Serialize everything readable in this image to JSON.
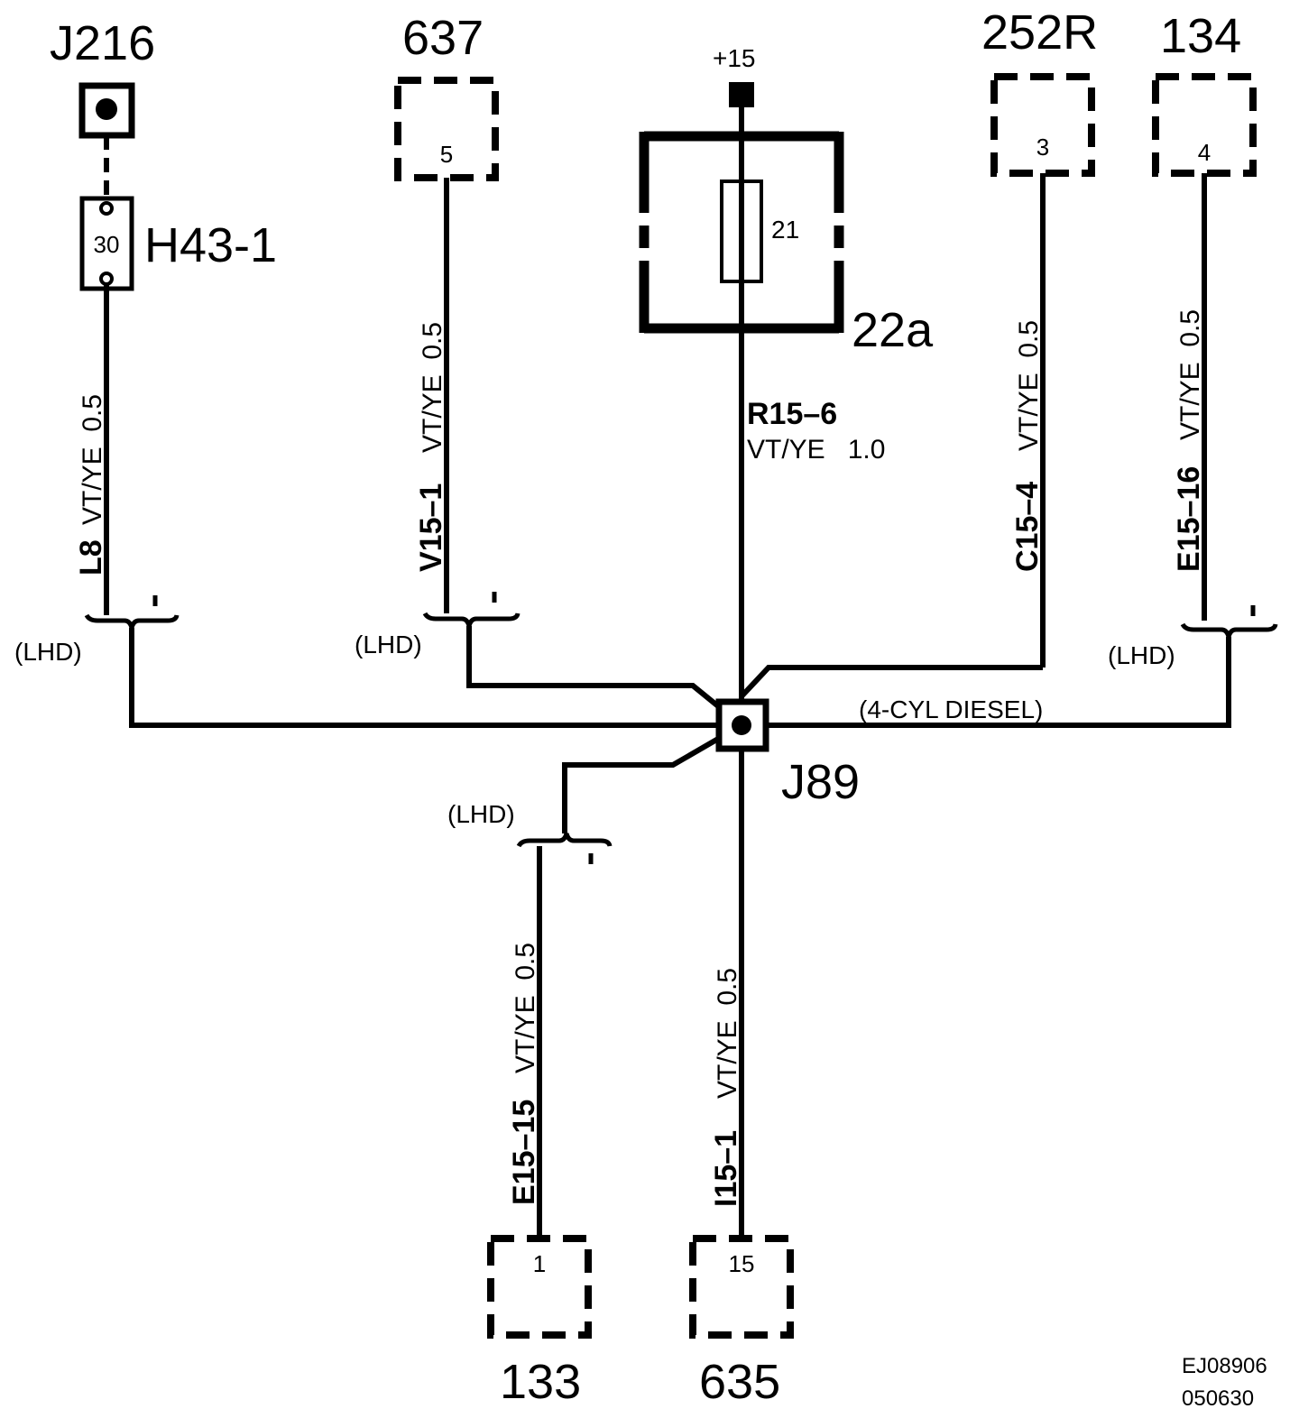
{
  "components": {
    "j216": "J216",
    "h43": "H43-1",
    "h43_pin": "30",
    "c637": "637",
    "c637_pin": "5",
    "plus15": "+15",
    "fuse_num": "21",
    "fusebox": "22a",
    "c252r": "252R",
    "c252r_pin": "3",
    "c134": "134",
    "c134_pin": "4",
    "j89": "J89",
    "c133": "133",
    "c133_pin": "1",
    "c635": "635",
    "c635_pin": "15"
  },
  "wires": {
    "l8": {
      "name": "L8",
      "spec": "VT/YE  0.5"
    },
    "v15_1": {
      "name": "V15–1",
      "spec": "VT/YE  0.5"
    },
    "r15_6": {
      "name": "R15–6",
      "spec": "VT/YE   1.0"
    },
    "c15_4": {
      "name": "C15–4",
      "spec": "VT/YE  0.5"
    },
    "e15_16": {
      "name": "E15–16",
      "spec": "VT/YE  0.5"
    },
    "e15_15": {
      "name": "E15–15",
      "spec": "VT/YE  0.5"
    },
    "i15_1": {
      "name": "I15–1",
      "spec": "VT/YE  0.5"
    }
  },
  "notes": {
    "lhd": "(LHD)",
    "diesel": "(4-CYL DIESEL)"
  },
  "footer": {
    "code": "EJ08906",
    "date": "050630"
  }
}
